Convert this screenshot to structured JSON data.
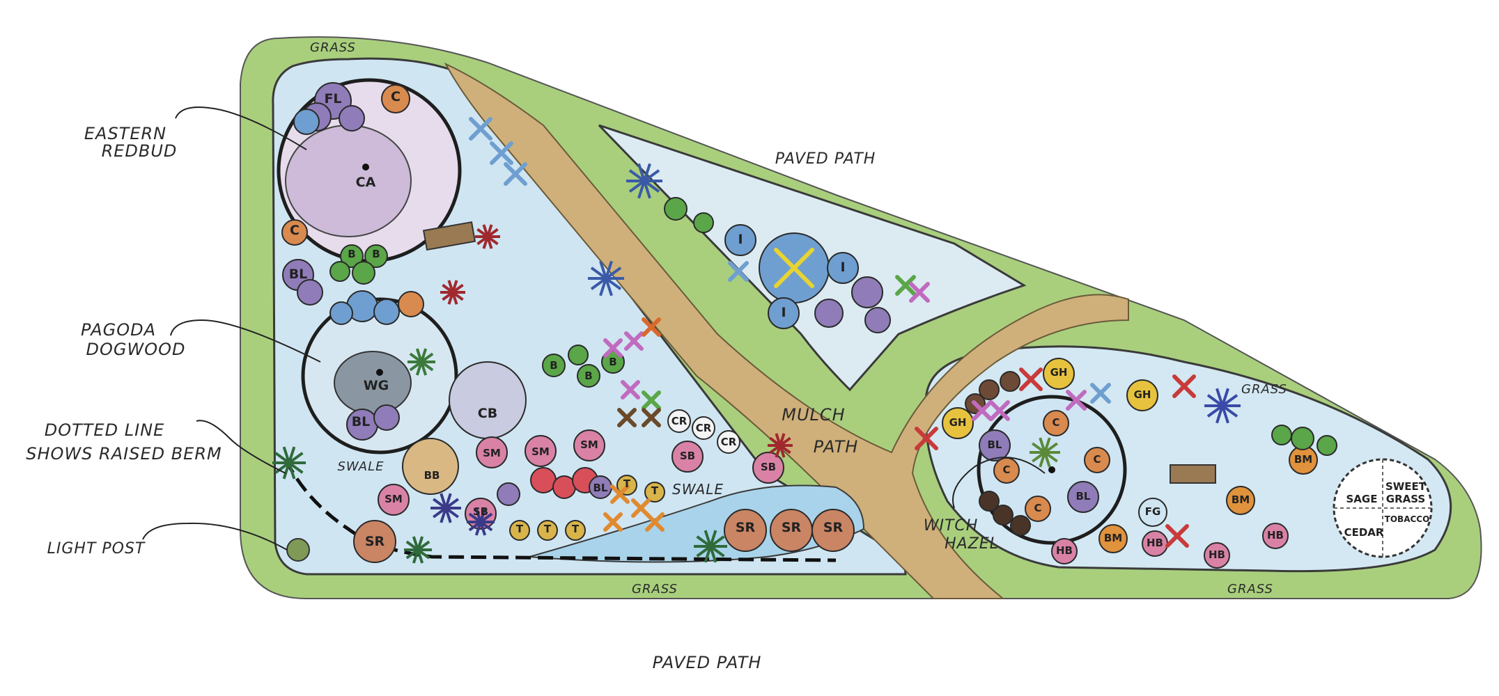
{
  "callouts": {
    "eastern_redbud": [
      "EASTERN",
      "REDBUD"
    ],
    "pagoda_dogwood": [
      "PAGODA",
      "DOGWOOD"
    ],
    "raised_berm": [
      "DOTTED LINE",
      "SHOWS RAISED BERM"
    ],
    "light_post": "LIGHT POST",
    "witch_hazel": [
      "WITCH",
      "HAZEL"
    ]
  },
  "areas": {
    "grass_top": "GRASS",
    "grass_bottom": "GRASS",
    "grass_right_top": "GRASS",
    "grass_right_bottom": "GRASS",
    "paved_path_top": "PAVED PATH",
    "paved_path_bottom": "PAVED PATH",
    "mulch_path": [
      "MULCH",
      "PATH"
    ],
    "swale_left": "SWALE",
    "swale_mid": "SWALE"
  },
  "plant_codes": {
    "fl": "FL",
    "c": "C",
    "ca": "CA",
    "bl": "BL",
    "wg": "WG",
    "cb": "CB",
    "bb": "BB",
    "sm": "SM",
    "sb": "SB",
    "sr": "SR",
    "t": "T",
    "cr": "CR",
    "b": "B",
    "i": "I",
    "gh": "GH",
    "fg": "FG",
    "bm": "BM",
    "hb": "HB"
  },
  "herb_circle": {
    "sage": "SAGE",
    "sweet_grass": [
      "SWEET",
      "GRASS"
    ],
    "cedar": "CEDAR",
    "tobacco": "TOBACCO"
  },
  "colors": {
    "grass": "#a9cf7d",
    "grass_edge": "#7fae55",
    "mulch": "#cfb07a",
    "water": "#bcdcef",
    "stone": "#efefef",
    "lavender": "#8f7cb8",
    "redbud": "#d9cde3",
    "blue": "#6f9fd0",
    "green": "#5aa648",
    "orange": "#d98a4e",
    "pink": "#d982a6",
    "yellow": "#ecd53c",
    "red": "#c93a3a"
  }
}
